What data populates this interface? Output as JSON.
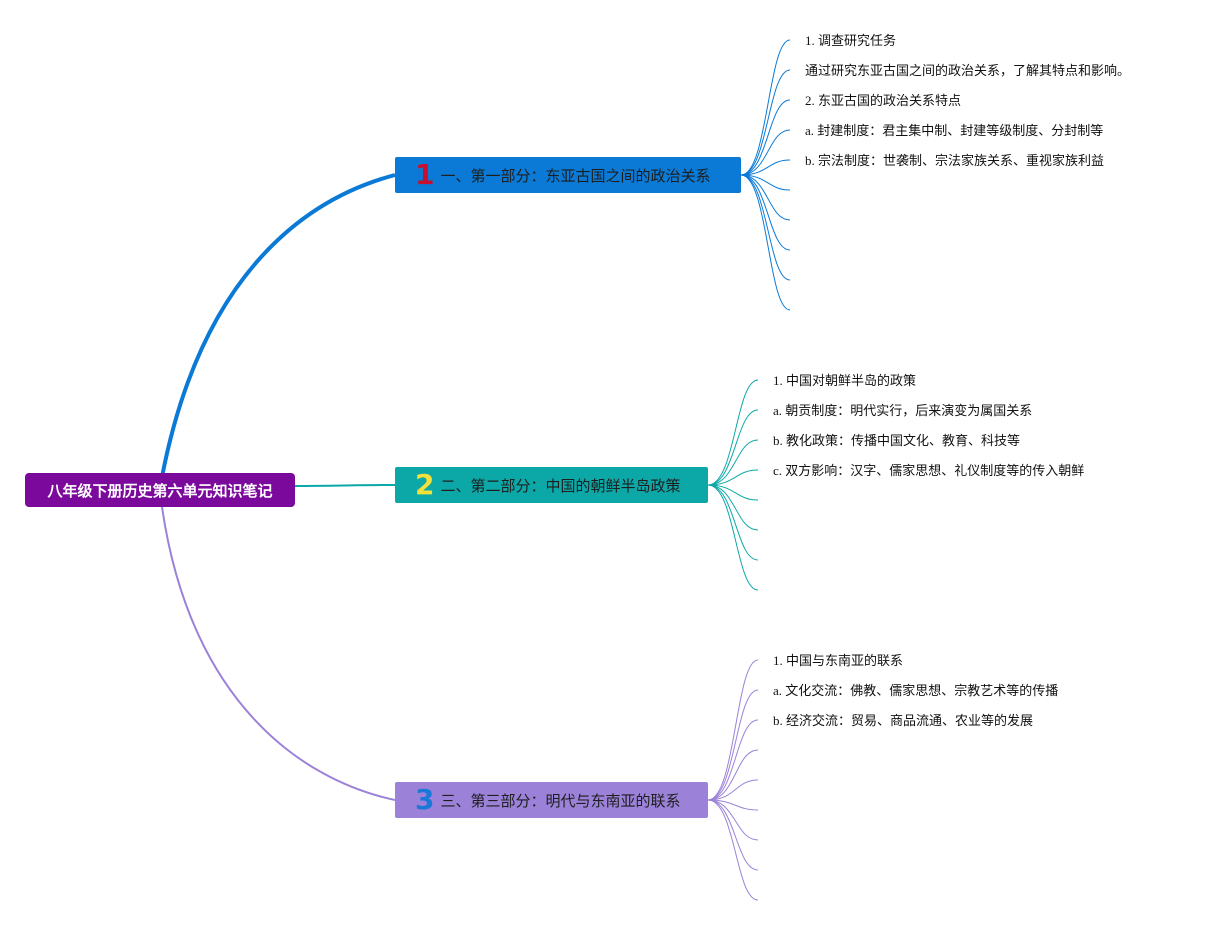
{
  "root": {
    "title": "八年级下册历史第六单元知识笔记",
    "color": "#7b0a9c"
  },
  "branches": [
    {
      "number": "1",
      "number_color": "#c8102e",
      "title": "一、第一部分：东亚古国之间的政治关系",
      "color": "#0a7ad6",
      "items": [
        "1. 调查研究任务",
        "通过研究东亚古国之间的政治关系，了解其特点和影响。",
        "2. 东亚古国的政治关系特点",
        "a. 封建制度：君主集中制、封建等级制度、分封制等",
        "b. 宗法制度：世袭制、宗法家族关系、重视家族利益"
      ]
    },
    {
      "number": "2",
      "number_color": "#f2e13a",
      "title": "二、第二部分：中国的朝鲜半岛政策",
      "color": "#0ca8a8",
      "items": [
        "1. 中国对朝鲜半岛的政策",
        "a. 朝贡制度：明代实行，后来演变为属国关系",
        "b. 教化政策：传播中国文化、教育、科技等",
        "c. 双方影响：汉字、儒家思想、礼仪制度等的传入朝鲜"
      ]
    },
    {
      "number": "3",
      "number_color": "#1a78d8",
      "title": "三、第三部分：明代与东南亚的联系",
      "color": "#9b82d8",
      "items": [
        "1. 中国与东南亚的联系",
        "a. 文化交流：佛教、儒家思想、宗教艺术等的传播",
        "b. 经济交流：贸易、商品流通、农业等的发展"
      ]
    }
  ]
}
